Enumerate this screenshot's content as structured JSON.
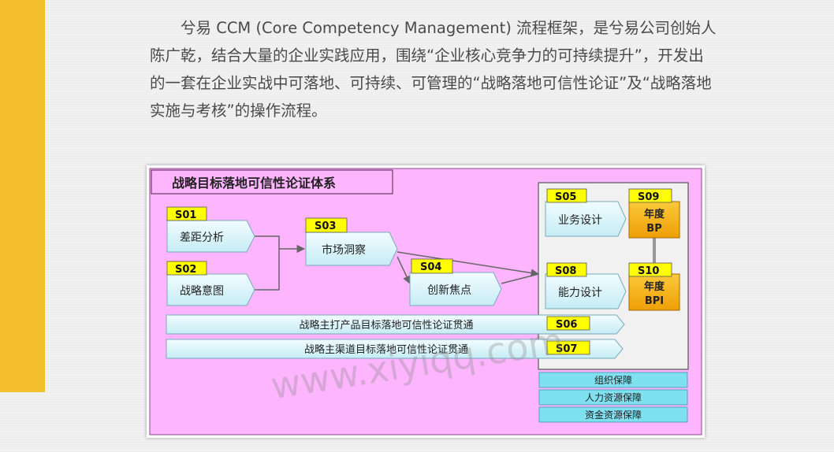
{
  "intro": {
    "paragraph": "兮易 CCM (Core Competency Management) 流程框架，是兮易公司创始人陈广乾，结合大量的企业实践应用，围绕“企业核心竞争力的可持续提升”，开发出的一套在企业实战中可落地、可持续、可管理的“战略落地可信性论证”及“战略落地实施与考核”的操作流程。"
  },
  "diagram": {
    "title": "战略目标落地可信性论证体系",
    "steps": {
      "s01": {
        "code": "S01",
        "label": "差距分析"
      },
      "s02": {
        "code": "S02",
        "label": "战略意图"
      },
      "s03": {
        "code": "S03",
        "label": "市场洞察"
      },
      "s04": {
        "code": "S04",
        "label": "创新焦点"
      },
      "s05": {
        "code": "S05",
        "label": "业务设计"
      },
      "s06": {
        "code": "S06",
        "label": "战略主打产品目标落地可信性论证贯通"
      },
      "s07": {
        "code": "S07",
        "label": "战略主渠道目标落地可信性论证贯通"
      },
      "s08": {
        "code": "S08",
        "label": "能力设计"
      },
      "s09": {
        "code": "S09",
        "label_line1": "年度",
        "label_line2": "BP"
      },
      "s10": {
        "code": "S10",
        "label_line1": "年度",
        "label_line2": "BPI"
      }
    },
    "supports": [
      "组织保障",
      "人力资源保障",
      "资金资源保障"
    ],
    "watermark": "www.xiyiqq.com",
    "colors": {
      "background": "#fdb6fd",
      "code_tag": "#ffff00",
      "step_box": "#dbf4fa",
      "bp_box": "#f6b614",
      "support_box": "#7fe0f0",
      "accent_bar": "#f3bf2a"
    }
  }
}
